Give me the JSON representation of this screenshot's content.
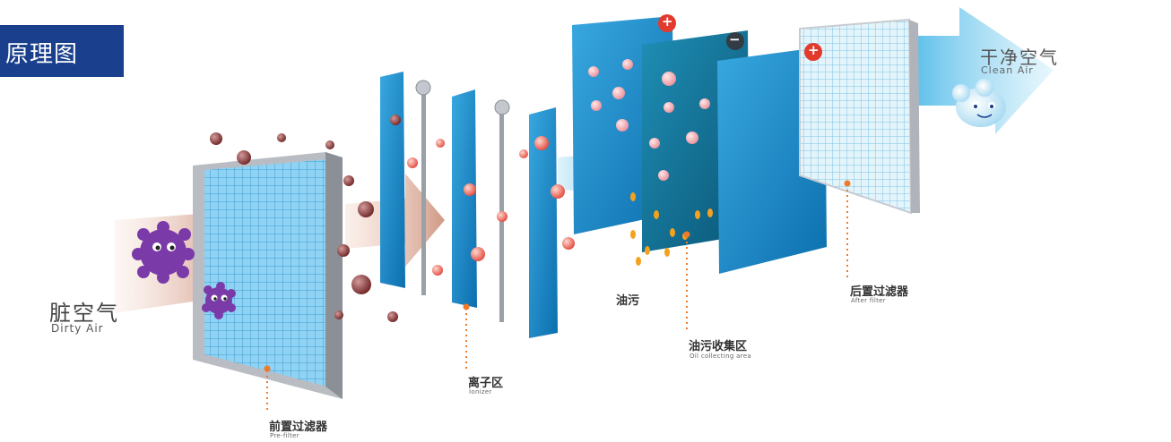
{
  "title": "原理图",
  "labels": {
    "dirty_air": {
      "zh": "脏空气",
      "en": "Dirty Air"
    },
    "clean_air": {
      "zh": "干净空气",
      "en": "Clean Air"
    },
    "pre_filter": {
      "zh": "前置过滤器",
      "en": "Pre-filter"
    },
    "ionizer": {
      "zh": "离子区",
      "en": "Ionizer"
    },
    "oil": {
      "zh": "油污"
    },
    "oil_collecting": {
      "zh": "油污收集区",
      "en": "Oil collecting area"
    },
    "after_filter": {
      "zh": "后置过滤器",
      "en": "After filter"
    }
  },
  "signs": {
    "plus": "+",
    "minus": "−"
  },
  "colors": {
    "badge": "#1a3f8c",
    "panel_blue": "#1a8fd0",
    "panel_dark": "#0f6f95",
    "dirt": "#7e2d2d",
    "charged_particle": "#e8594f",
    "oil_drop": "#f4a21e",
    "germ": "#7a3aa8",
    "leader": "#f07a2a"
  }
}
